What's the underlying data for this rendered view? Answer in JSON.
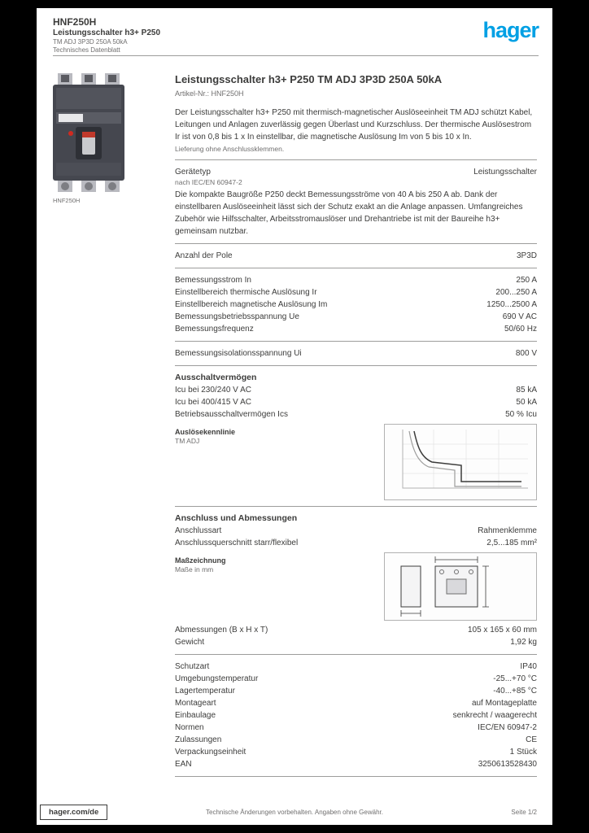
{
  "header": {
    "product_code": "HNF250H",
    "product_name": "Leistungsschalter h3+ P250",
    "product_line2": "TM ADJ 3P3D 250A 50kA",
    "product_line3": "Technisches Datenblatt",
    "logo_text": "hager",
    "brand_color": "#00a0e4"
  },
  "product_image": {
    "caption": "HNF250H"
  },
  "main": {
    "title": "Leistungsschalter h3+ P250 TM ADJ 3P3D 250A 50kA",
    "article_label": "Artikel-Nr.: HNF250H",
    "sections": [
      {
        "items": [
          {
            "type": "para",
            "text": "Der Leistungsschalter h3+ P250 mit thermisch-magnetischer Auslöseeinheit TM ADJ schützt Kabel, Leitungen und Anlagen zuverlässig gegen Überlast und Kurzschluss. Der thermische Auslösestrom Ir ist von 0,8 bis 1 x In einstellbar, die magnetische Auslösung Im von 5 bis 10 x In."
          },
          {
            "type": "note",
            "text": "Lieferung ohne Anschlussklemmen."
          }
        ]
      },
      {
        "items": [
          {
            "type": "row",
            "label": "Gerätetyp",
            "value": "Leistungsschalter",
            "note": "nach IEC/EN 60947-2"
          },
          {
            "type": "para",
            "text": "Die kompakte Baugröße P250 deckt Bemessungsströme von 40 A bis 250 A ab. Dank der einstellbaren Auslöseeinheit lässt sich der Schutz exakt an die Anlage anpassen. Umfangreiches Zubehör wie Hilfsschalter, Arbeitsstromauslöser und Drehantriebe ist mit der Baureihe h3+ gemeinsam nutzbar."
          }
        ]
      },
      {
        "items": [
          {
            "type": "row",
            "label": "Anzahl der Pole",
            "value": "3P3D"
          }
        ]
      },
      {
        "items": [
          {
            "type": "row",
            "label": "Bemessungsstrom In",
            "value": "250 A"
          },
          {
            "type": "row",
            "label": "Einstellbereich thermische Auslösung Ir",
            "value": "200...250 A"
          },
          {
            "type": "row",
            "label": "Einstellbereich magnetische Auslösung Im",
            "value": "1250...2500 A"
          },
          {
            "type": "row",
            "label": "Bemessungsbetriebsspannung Ue",
            "value": "690 V AC"
          },
          {
            "type": "row",
            "label": "Bemessungsfrequenz",
            "value": "50/60 Hz"
          }
        ]
      },
      {
        "items": [
          {
            "type": "row",
            "label": "Bemessungsisolationsspannung Ui",
            "value": "800 V"
          }
        ]
      },
      {
        "title": "Ausschaltvermögen",
        "items": [
          {
            "type": "row",
            "label": "Icu bei 230/240 V AC",
            "value": "85 kA"
          },
          {
            "type": "row",
            "label": "Icu bei 400/415 V AC",
            "value": "50 kA"
          },
          {
            "type": "row",
            "label": "Betriebsausschaltvermögen Ics",
            "value": "50 % Icu"
          },
          {
            "type": "fig",
            "kind": "curve",
            "caption": "Auslösekennlinie",
            "sub": "TM ADJ"
          }
        ]
      },
      {
        "title": "Anschluss und Abmessungen",
        "items": [
          {
            "type": "row",
            "label": "Anschlussart",
            "value": "Rahmenklemme"
          },
          {
            "type": "row",
            "label": "Anschlussquerschnitt starr/flexibel",
            "value": "2,5...185 mm²"
          },
          {
            "type": "fig",
            "kind": "dimension",
            "caption": "Maßzeichnung",
            "sub": "Maße in mm"
          },
          {
            "type": "row",
            "label": "Abmessungen (B x H x T)",
            "value": "105 x 165 x 60 mm"
          },
          {
            "type": "row",
            "label": "Gewicht",
            "value": "1,92 kg"
          }
        ]
      },
      {
        "items": [
          {
            "type": "row",
            "label": "Schutzart",
            "value": "IP40"
          },
          {
            "type": "row",
            "label": "Umgebungstemperatur",
            "value": "-25...+70 °C"
          },
          {
            "type": "row",
            "label": "Lagertemperatur",
            "value": "-40...+85 °C"
          },
          {
            "type": "row",
            "label": "Montageart",
            "value": "auf Montageplatte"
          },
          {
            "type": "row",
            "label": "Einbaulage",
            "value": "senkrecht / waagerecht"
          },
          {
            "type": "row",
            "label": "Normen",
            "value": "IEC/EN 60947-2"
          },
          {
            "type": "row",
            "label": "Zulassungen",
            "value": "CE"
          },
          {
            "type": "row",
            "label": "Verpackungseinheit",
            "value": "1 Stück"
          },
          {
            "type": "row",
            "label": "EAN",
            "value": "3250613528430"
          }
        ]
      }
    ]
  },
  "footer": {
    "link": "hager.com/de",
    "note": "Technische Änderungen vorbehalten. Angaben ohne Gewähr.",
    "page": "Seite 1/2"
  }
}
